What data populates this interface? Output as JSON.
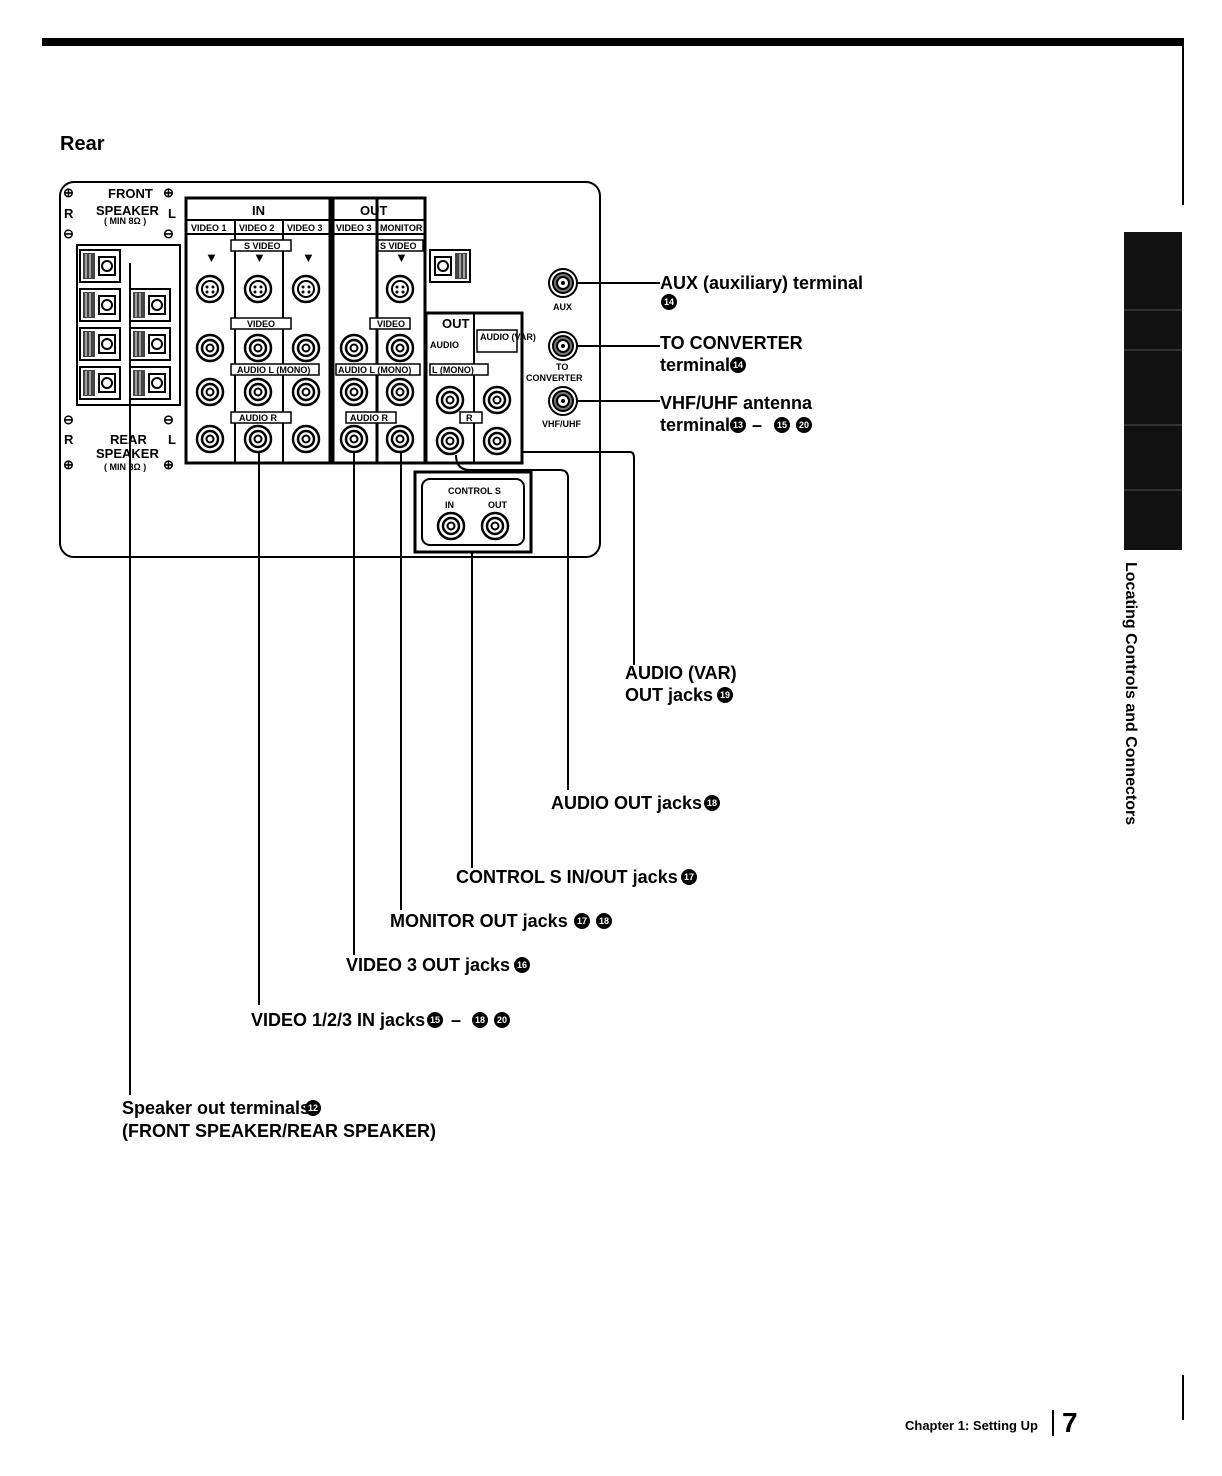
{
  "section_title": "Rear",
  "panel": {
    "front_speaker": {
      "line1": "FRONT",
      "line2": "SPEAKER",
      "impedance": "( MIN 8Ω )",
      "r": "R",
      "l": "L"
    },
    "rear_speaker": {
      "line1": "REAR",
      "line2": "SPEAKER",
      "impedance": "( MIN 8Ω )",
      "r": "R",
      "l": "L"
    },
    "in_header": "IN",
    "out_header": "OUT",
    "in_columns": [
      "VIDEO 1",
      "VIDEO 2",
      "VIDEO 3"
    ],
    "out_columns": [
      "VIDEO 3",
      "MONITOR"
    ],
    "svideo": "S VIDEO",
    "video": "VIDEO",
    "audio_l_mono": "AUDIO L (MONO)",
    "audio_r": "AUDIO R",
    "audio_out_header": "OUT",
    "audio_label": "AUDIO",
    "audio_var": "AUDIO (VAR)",
    "l_mono": "L (MONO)",
    "r_short": "R",
    "control_s": {
      "title": "CONTROL S",
      "in": "IN",
      "out": "OUT"
    },
    "aux": "AUX",
    "to_converter": {
      "line1": "TO",
      "line2": "CONVERTER"
    },
    "vhf_uhf": "VHF/UHF"
  },
  "callouts": {
    "aux": {
      "line1": "AUX (auxiliary) terminal",
      "num": "14"
    },
    "converter": {
      "line1": "TO CONVERTER",
      "line2": "terminal",
      "num": "14"
    },
    "antenna": {
      "line1": "VHF/UHF antenna",
      "line2": "terminal",
      "nums": [
        "13",
        "15",
        "20"
      ]
    },
    "audio_var": {
      "line1": "AUDIO (VAR)",
      "line2": "OUT jacks",
      "num": "19"
    },
    "audio_out": {
      "text": "AUDIO OUT jacks",
      "num": "18"
    },
    "control_s": {
      "text": "CONTROL S IN/OUT jacks",
      "num": "17"
    },
    "monitor_out": {
      "text": "MONITOR OUT jacks",
      "nums": [
        "17",
        "18"
      ]
    },
    "video3_out": {
      "text": "VIDEO 3 OUT jacks",
      "num": "16"
    },
    "video_in": {
      "text": "VIDEO 1/2/3 IN jacks",
      "nums": [
        "15",
        "18",
        "20"
      ]
    },
    "speaker": {
      "line1": "Speaker out terminals",
      "num": "12",
      "line2": "(FRONT SPEAKER/REAR SPEAKER)"
    }
  },
  "side_tab": "Locating Controls and Connectors",
  "footer": {
    "chapter": "Chapter 1: Setting Up",
    "page": "7"
  }
}
